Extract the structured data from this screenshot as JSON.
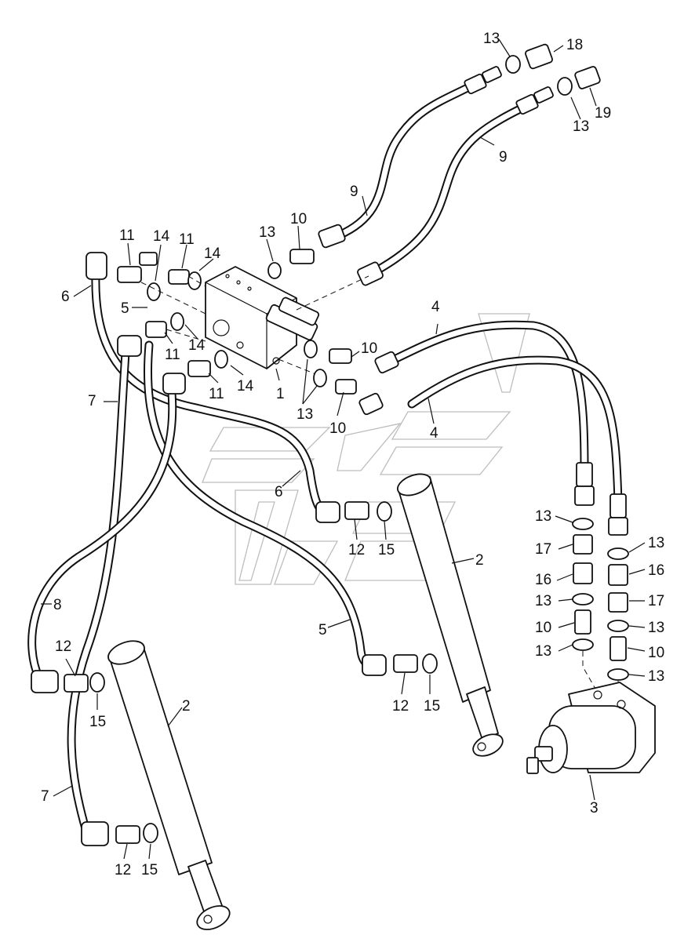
{
  "diagram": {
    "callouts": [
      {
        "id": "c-13-a",
        "text": "13"
      },
      {
        "id": "c-18",
        "text": "18"
      },
      {
        "id": "c-19",
        "text": "19"
      },
      {
        "id": "c-13-b",
        "text": "13"
      },
      {
        "id": "c-9-a",
        "text": "9"
      },
      {
        "id": "c-9-b",
        "text": "9"
      },
      {
        "id": "c-13-c",
        "text": "13"
      },
      {
        "id": "c-10-a",
        "text": "10"
      },
      {
        "id": "c-11-a",
        "text": "11"
      },
      {
        "id": "c-14-a",
        "text": "14"
      },
      {
        "id": "c-11-b",
        "text": "11"
      },
      {
        "id": "c-14-b",
        "text": "14"
      },
      {
        "id": "c-6-a",
        "text": "6"
      },
      {
        "id": "c-5-a",
        "text": "5"
      },
      {
        "id": "c-11-c",
        "text": "11"
      },
      {
        "id": "c-14-c",
        "text": "14"
      },
      {
        "id": "c-11-d",
        "text": "11"
      },
      {
        "id": "c-14-d",
        "text": "14"
      },
      {
        "id": "c-1",
        "text": "1"
      },
      {
        "id": "c-13-d",
        "text": "13"
      },
      {
        "id": "c-10-b",
        "text": "10"
      },
      {
        "id": "c-10-c",
        "text": "10"
      },
      {
        "id": "c-4-a",
        "text": "4"
      },
      {
        "id": "c-4-b",
        "text": "4"
      },
      {
        "id": "c-7-a",
        "text": "7"
      },
      {
        "id": "c-6-b",
        "text": "6"
      },
      {
        "id": "c-12-a",
        "text": "12"
      },
      {
        "id": "c-15-a",
        "text": "15"
      },
      {
        "id": "c-2-a",
        "text": "2"
      },
      {
        "id": "c-13-e",
        "text": "13"
      },
      {
        "id": "c-17-a",
        "text": "17"
      },
      {
        "id": "c-16-a",
        "text": "16"
      },
      {
        "id": "c-13-f",
        "text": "13"
      },
      {
        "id": "c-10-d",
        "text": "10"
      },
      {
        "id": "c-13-g",
        "text": "13"
      },
      {
        "id": "c-13-h",
        "text": "13"
      },
      {
        "id": "c-16-b",
        "text": "16"
      },
      {
        "id": "c-17-b",
        "text": "17"
      },
      {
        "id": "c-13-i",
        "text": "13"
      },
      {
        "id": "c-10-e",
        "text": "10"
      },
      {
        "id": "c-13-j",
        "text": "13"
      },
      {
        "id": "c-8",
        "text": "8"
      },
      {
        "id": "c-5-b",
        "text": "5"
      },
      {
        "id": "c-12-b",
        "text": "12"
      },
      {
        "id": "c-15-b",
        "text": "15"
      },
      {
        "id": "c-12-c",
        "text": "12"
      },
      {
        "id": "c-15-c",
        "text": "15"
      },
      {
        "id": "c-2-b",
        "text": "2"
      },
      {
        "id": "c-3",
        "text": "3"
      },
      {
        "id": "c-7-b",
        "text": "7"
      },
      {
        "id": "c-12-d",
        "text": "12"
      },
      {
        "id": "c-15-d",
        "text": "15"
      }
    ]
  }
}
